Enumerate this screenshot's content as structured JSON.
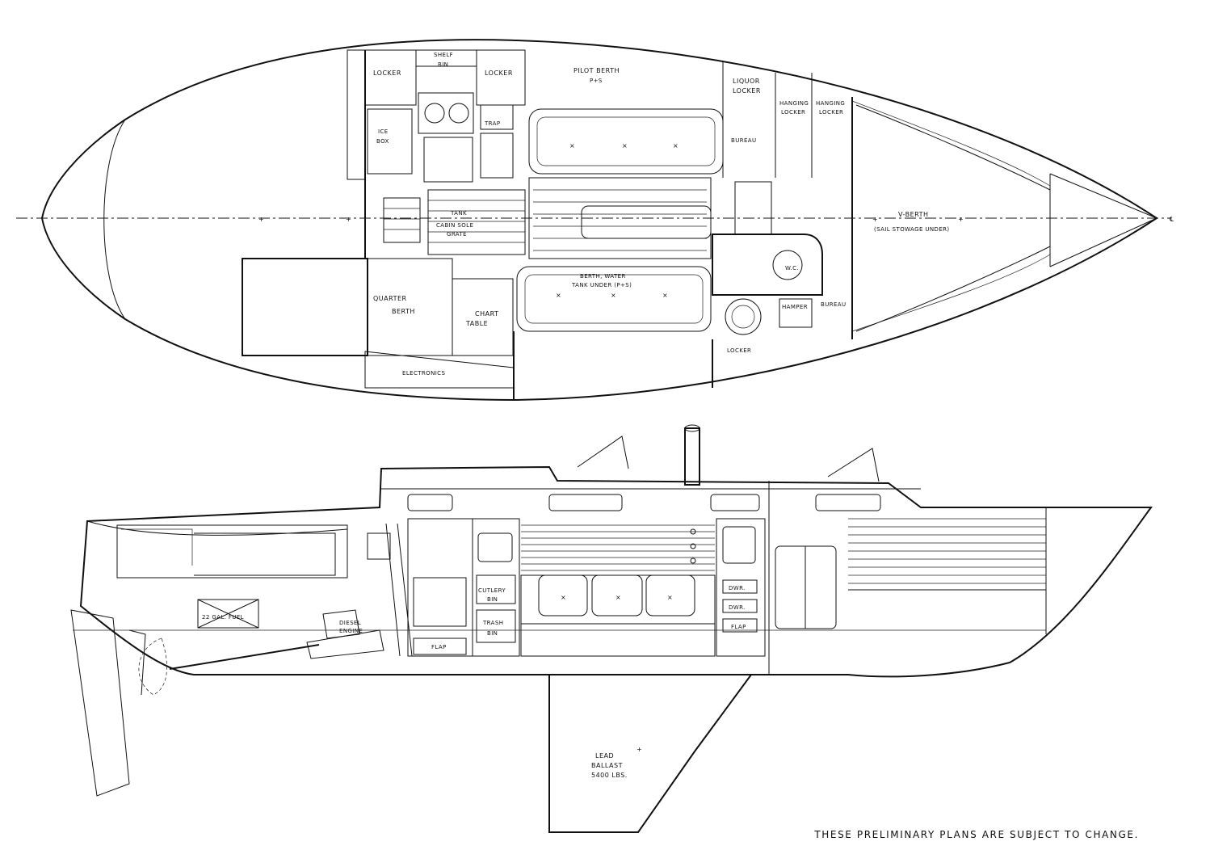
{
  "accommodation_plan": {
    "locker_aft": "LOCKER",
    "shelf": "SHELF",
    "bin": "BIN",
    "locker_fwd": "LOCKER",
    "pilot_berth": "PILOT  BERTH",
    "pilot_berth_sub": "P+S",
    "liquor_locker_1": "LIQUOR",
    "liquor_locker_2": "LOCKER",
    "hanging_locker_a1": "HANGING",
    "hanging_locker_a2": "LOCKER",
    "hanging_locker_b1": "HANGING",
    "hanging_locker_b2": "LOCKER",
    "ice_box_1": "ICE",
    "ice_box_2": "BOX",
    "trap": "TRAP",
    "bureau_port": "BUREAU",
    "tank": "TANK",
    "cabin_sole_grate_1": "CABIN SOLE",
    "cabin_sole_grate_2": "GRATE",
    "v_berth": "V-BERTH",
    "sail_stowage": "(SAIL  STOWAGE  UNDER)",
    "centerline_mark": "℄",
    "wc": "W.C.",
    "berth_water_1": "BERTH, WATER",
    "berth_water_2": "TANK  UNDER  (P+S)",
    "hamper": "HAMPER",
    "bureau_stbd": "BUREAU",
    "quarter_berth_1": "QUARTER",
    "quarter_berth_2": "BERTH",
    "chart_table_1": "CHART",
    "chart_table_2": "TABLE",
    "locker_head": "LOCKER",
    "electronics": "ELECTRONICS"
  },
  "profile": {
    "fuel": "22 GAL. FUEL",
    "diesel_1": "DIESEL",
    "diesel_2": "ENGINE",
    "cutlery_1": "CUTLERY",
    "cutlery_2": "BIN",
    "trash_1": "TRASH",
    "trash_2": "BIN",
    "flap_galley": "FLAP",
    "dwr_1": "DWR.",
    "dwr_2": "DWR.",
    "flap_fwd": "FLAP",
    "ballast_1": "LEAD",
    "ballast_2": "BALLAST",
    "ballast_3": "5400  LBS."
  },
  "footer": {
    "disclaimer": "THESE PRELIMINARY PLANS ARE SUBJECT TO CHANGE."
  }
}
